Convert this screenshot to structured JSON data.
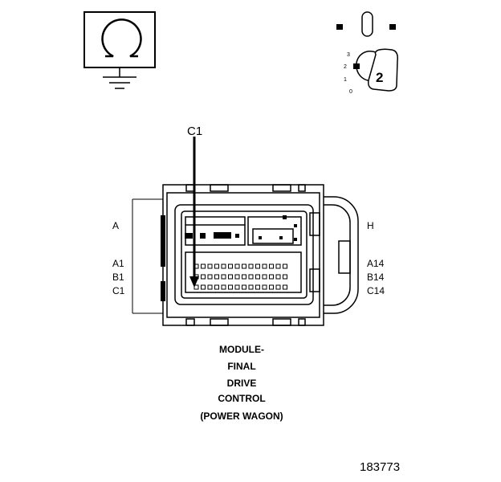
{
  "diagram": {
    "callout": "C1",
    "pin_labels_left": [
      "A",
      "A1",
      "B1",
      "C1"
    ],
    "pin_labels_right": [
      "H",
      "A14",
      "B14",
      "C14"
    ],
    "title_lines": [
      "MODULE-",
      "FINAL",
      "DRIVE",
      "CONTROL",
      "(POWER WAGON)"
    ],
    "figure_number": "183773",
    "key_position_number": "2",
    "key_scale_marks": [
      "3",
      "2",
      "1",
      "0"
    ]
  },
  "colors": {
    "line": "#000000",
    "background": "#ffffff"
  }
}
